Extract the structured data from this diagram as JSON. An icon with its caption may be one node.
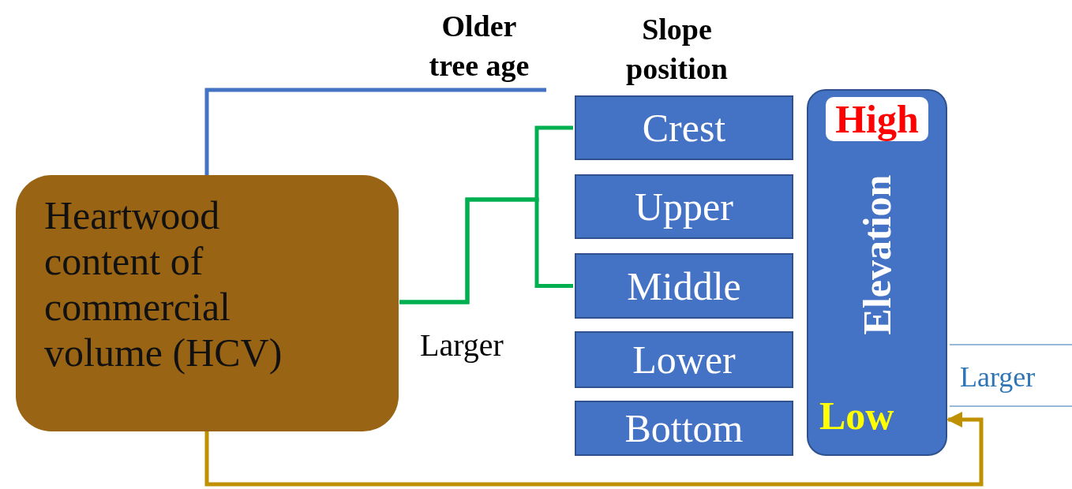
{
  "diagram": {
    "nodes": [
      {
        "text": [
          "Heartwood content of commercial volume (HCV)"
        ]
      },
      {
        "text": [
          "Older tree age"
        ]
      },
      {
        "text": [
          "Crest"
        ]
      },
      {
        "text": [
          "Upper"
        ]
      },
      {
        "text": [
          "Middle"
        ]
      },
      {
        "text": [
          "Lower"
        ]
      },
      {
        "text": [
          "Bottom"
        ]
      },
      {
        "text": [
          "High",
          "Elevation",
          "Low"
        ]
      }
    ],
    "edges": [
      {
        "from": 0,
        "to": 1,
        "arrow": "none",
        "color": "#4472c4"
      },
      {
        "from": 0,
        "to": 2,
        "arrow": "none",
        "color": "#00b050"
      },
      {
        "from": 0,
        "to": 4,
        "arrow": "none",
        "color": "#00b050"
      },
      {
        "from": 0,
        "to": 7,
        "arrow": "to",
        "color": "#bf9000"
      }
    ],
    "labels": [
      "Slope position",
      "Larger",
      "Larger"
    ]
  }
}
